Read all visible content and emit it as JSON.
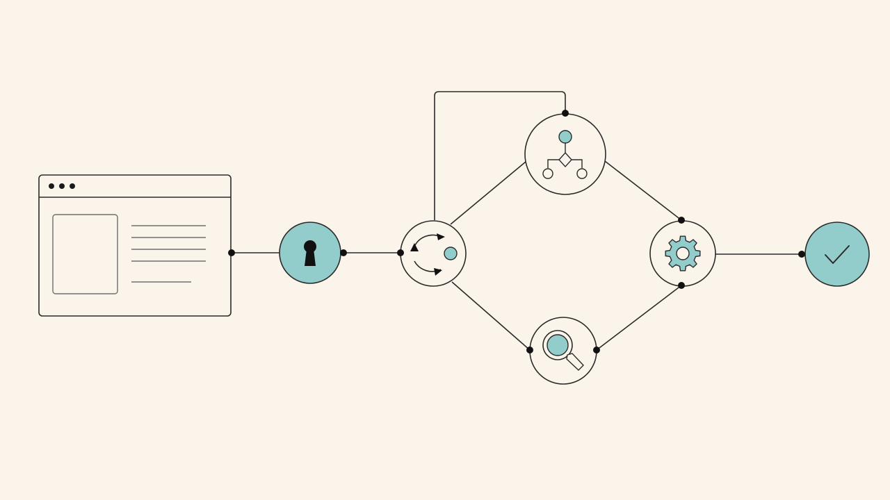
{
  "colors": {
    "background": "#faf4ea",
    "stroke": "#2a2a2a",
    "accent": "#93cdcb",
    "node_fill": "#faf4ea"
  },
  "nodes": [
    {
      "id": "browser-window",
      "icon": "browser-window-icon",
      "filled": false
    },
    {
      "id": "lock-node",
      "icon": "keyhole-icon",
      "filled": true
    },
    {
      "id": "sync-node",
      "icon": "cycle-arrows-icon",
      "filled": false
    },
    {
      "id": "branch-node",
      "icon": "decision-tree-icon",
      "filled": false
    },
    {
      "id": "search-node",
      "icon": "magnifier-icon",
      "filled": false
    },
    {
      "id": "settings-node",
      "icon": "gear-icon",
      "filled": false
    },
    {
      "id": "success-node",
      "icon": "checkmark-icon",
      "filled": true
    }
  ],
  "edges": [
    {
      "from": "browser-window",
      "to": "lock-node"
    },
    {
      "from": "lock-node",
      "to": "sync-node"
    },
    {
      "from": "sync-node",
      "to": "branch-node",
      "style": "loop-over-top"
    },
    {
      "from": "sync-node",
      "to": "branch-node"
    },
    {
      "from": "sync-node",
      "to": "search-node"
    },
    {
      "from": "branch-node",
      "to": "settings-node"
    },
    {
      "from": "search-node",
      "to": "settings-node"
    },
    {
      "from": "settings-node",
      "to": "success-node"
    }
  ]
}
